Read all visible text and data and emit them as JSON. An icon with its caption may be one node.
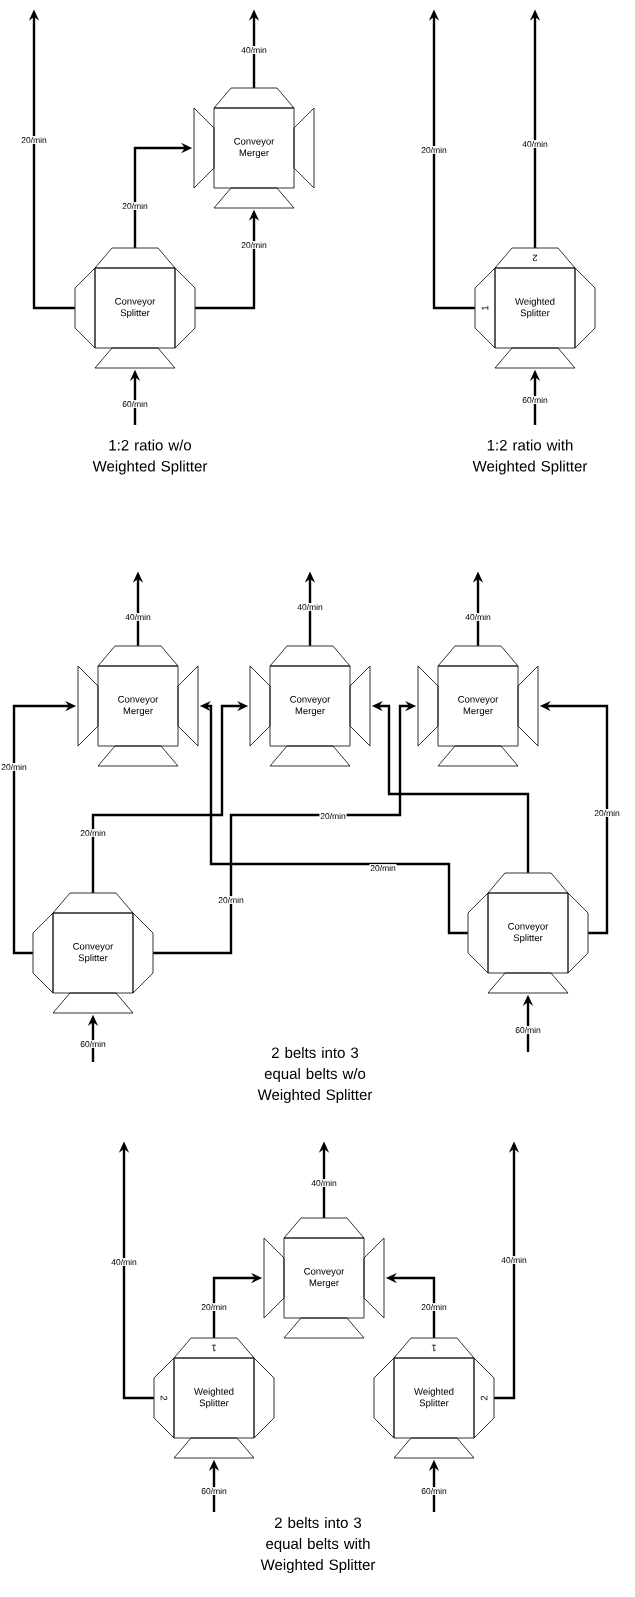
{
  "diagram": {
    "nodes": [
      {
        "text": [
          "Conveyor Merger"
        ]
      },
      {
        "text": [
          "Conveyor Splitter"
        ]
      },
      {
        "text": [
          "Weighted Splitter",
          "1",
          "2"
        ]
      },
      {
        "text": [
          "Conveyor Merger"
        ]
      },
      {
        "text": [
          "Conveyor Merger"
        ]
      },
      {
        "text": [
          "Conveyor Merger"
        ]
      },
      {
        "text": [
          "Conveyor Splitter"
        ]
      },
      {
        "text": [
          "Conveyor Splitter"
        ]
      },
      {
        "text": [
          "Conveyor Merger"
        ]
      },
      {
        "text": [
          "Weighted Splitter",
          "1",
          "2"
        ]
      },
      {
        "text": [
          "Weighted Splitter",
          "1",
          "2"
        ]
      }
    ],
    "edges": [
      {
        "from": null,
        "to": 1,
        "arrow": "to",
        "label": "60/min"
      },
      {
        "from": 1,
        "to": null,
        "arrow": "to",
        "label": "20/min"
      },
      {
        "from": 1,
        "to": 0,
        "arrow": "to",
        "label": "20/min"
      },
      {
        "from": 1,
        "to": 0,
        "arrow": "to",
        "label": "20/min"
      },
      {
        "from": 0,
        "to": null,
        "arrow": "to",
        "label": "40/min"
      },
      {
        "from": null,
        "to": 2,
        "arrow": "to",
        "label": "60/min"
      },
      {
        "from": 2,
        "to": null,
        "arrow": "to",
        "label": "20/min"
      },
      {
        "from": 2,
        "to": null,
        "arrow": "to",
        "label": "40/min"
      },
      {
        "from": 3,
        "to": null,
        "arrow": "to",
        "label": "40/min"
      },
      {
        "from": 4,
        "to": null,
        "arrow": "to",
        "label": "40/min"
      },
      {
        "from": 5,
        "to": null,
        "arrow": "to",
        "label": "40/min"
      },
      {
        "from": 6,
        "to": 3,
        "arrow": "to",
        "label": "20/min"
      },
      {
        "from": 6,
        "to": 4,
        "arrow": "to",
        "label": "20/min"
      },
      {
        "from": 6,
        "to": 5,
        "arrow": "to",
        "label": "20/min"
      },
      {
        "from": 7,
        "to": 3,
        "arrow": "to",
        "label": "20/min"
      },
      {
        "from": 7,
        "to": 4,
        "arrow": "to"
      },
      {
        "from": 7,
        "to": 5,
        "arrow": "to",
        "label": "20/min"
      },
      {
        "from": null,
        "to": 6,
        "arrow": "to",
        "label": "60/min"
      },
      {
        "from": null,
        "to": 7,
        "arrow": "to",
        "label": "60/min"
      },
      {
        "from": 8,
        "to": null,
        "arrow": "to",
        "label": "40/min"
      },
      {
        "from": 9,
        "to": null,
        "arrow": "to",
        "label": "40/min"
      },
      {
        "from": 9,
        "to": 8,
        "arrow": "to",
        "label": "20/min"
      },
      {
        "from": 10,
        "to": 8,
        "arrow": "to",
        "label": "20/min"
      },
      {
        "from": 10,
        "to": null,
        "arrow": "to",
        "label": "40/min"
      },
      {
        "from": null,
        "to": 9,
        "arrow": "to",
        "label": "60/min"
      },
      {
        "from": null,
        "to": 10,
        "arrow": "to",
        "label": "60/min"
      }
    ],
    "labels": [
      "1:2 ratio w/o Weighted Splitter",
      "1:2 ratio with Weighted Splitter",
      "20/min",
      "2 belts into 3 equal belts w/o Weighted Splitter",
      "2 belts into 3 equal belts with Weighted Splitter"
    ]
  }
}
